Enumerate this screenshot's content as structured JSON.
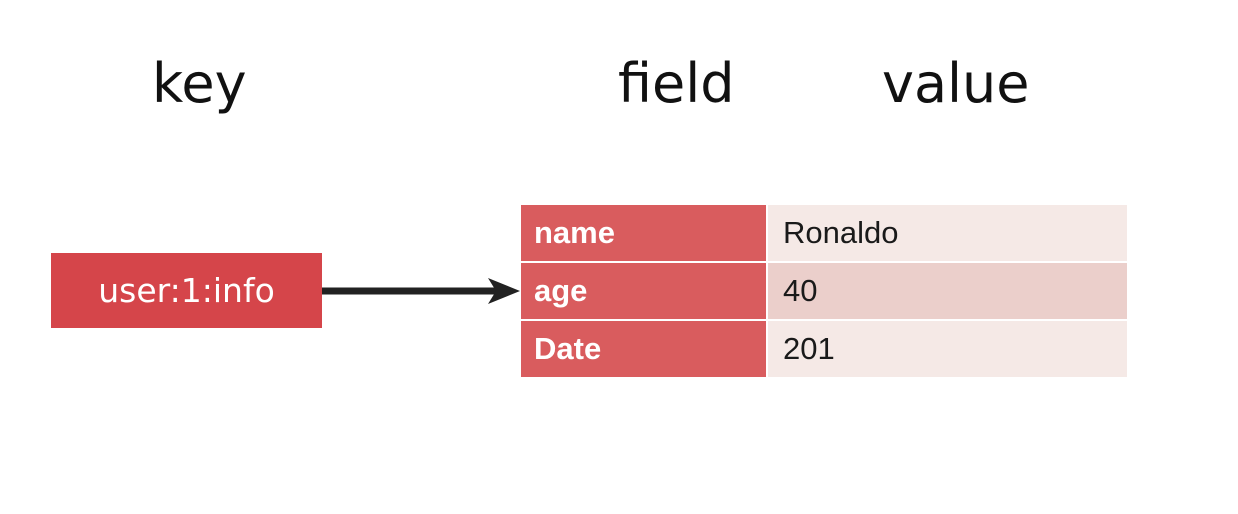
{
  "headings": {
    "key": "key",
    "field": "field",
    "value": "value"
  },
  "key_box": {
    "label": "user:1:info"
  },
  "hash_rows": [
    {
      "field": "name",
      "value": "Ronaldo"
    },
    {
      "field": "age",
      "value": "40"
    },
    {
      "field": "Date",
      "value": "201"
    }
  ],
  "colors": {
    "key_fill": "#d5454a",
    "field_fill": "#d95c5e",
    "value_fill_light": "#f5e9e6",
    "value_fill_dark": "#ebcfcb",
    "arrow": "#222222"
  }
}
